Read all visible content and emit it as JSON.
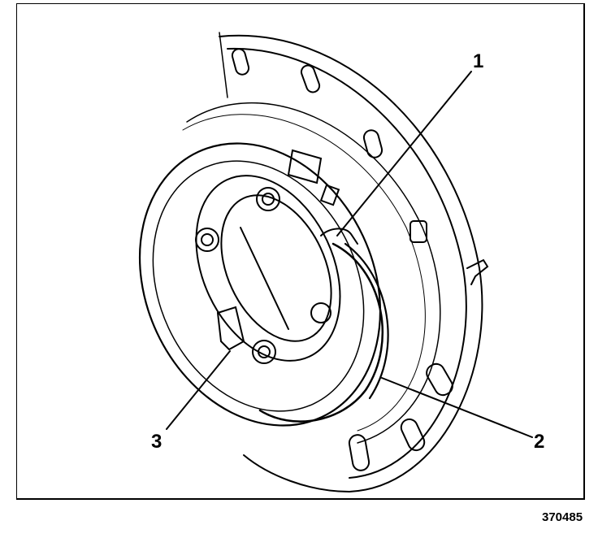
{
  "figure": {
    "callouts": [
      "1",
      "2",
      "3"
    ],
    "figure_number": "370485"
  }
}
